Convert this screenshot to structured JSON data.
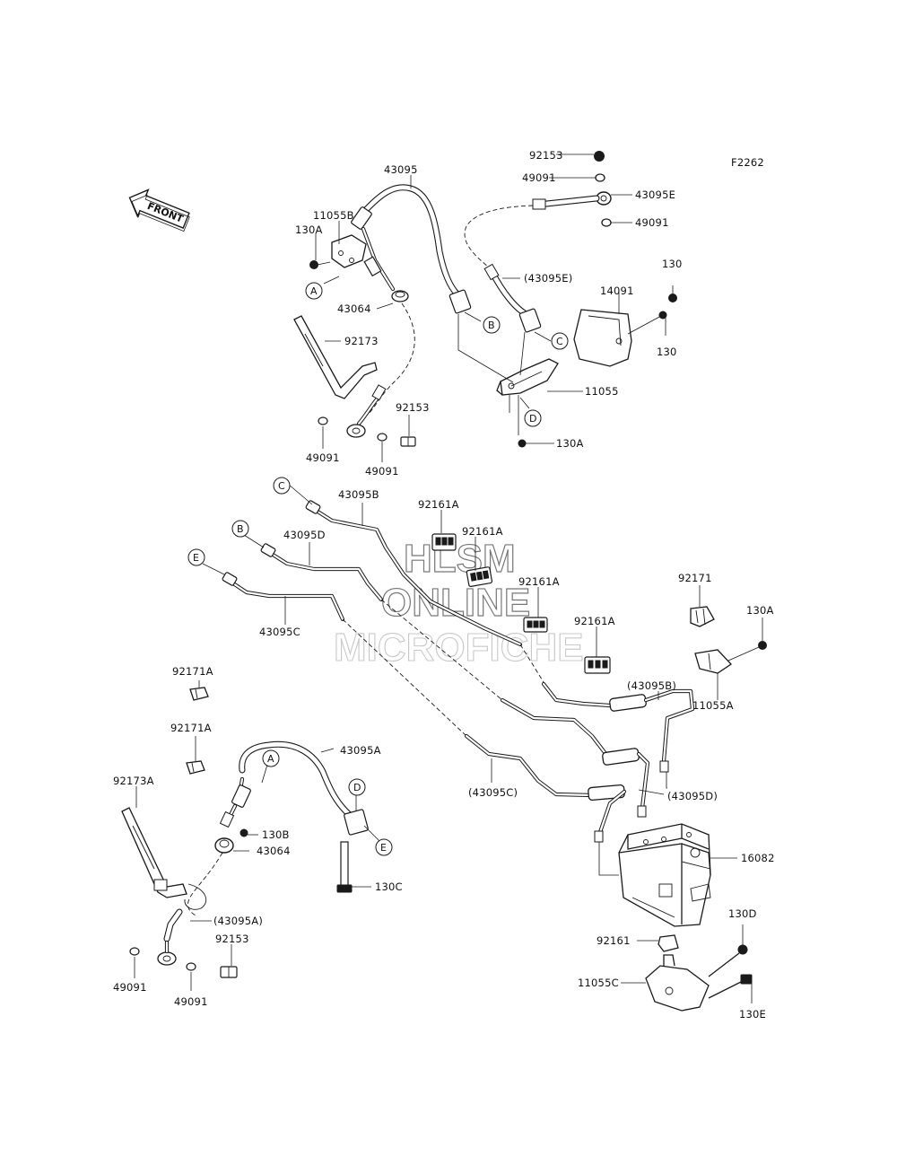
{
  "diagram_id": "F2262",
  "front_label": "FRONT",
  "watermark": {
    "line1": "HLSM",
    "line2": "ONLINE",
    "line3": "MICROFICHE"
  },
  "callouts": {
    "p92153_top": "92153",
    "p49091_top": "49091",
    "p43095E": "43095E",
    "p49091_top2": "49091",
    "p43095": "43095",
    "p11055B": "11055B",
    "p130A_1": "130A",
    "p43064_top": "43064",
    "p92173": "92173",
    "p43095E_paren": "(43095E)",
    "p14091": "14091",
    "p130_a": "130",
    "p130_b": "130",
    "p11055": "11055",
    "p130A_2": "130A",
    "p92153_mid": "92153",
    "p49091_left": "49091",
    "p49091_mid": "49091",
    "p43095B": "43095B",
    "p92161A_1": "92161A",
    "p92161A_2": "92161A",
    "p43095D": "43095D",
    "p92161A_3": "92161A",
    "p92161A_4": "92161A",
    "p43095C": "43095C",
    "p92171": "92171",
    "p130A_3": "130A",
    "p11055A": "11055A",
    "p43095B_paren": "(43095B)",
    "p92171A_1": "92171A",
    "p92171A_2": "92171A",
    "p43095A": "43095A",
    "p92173A": "92173A",
    "p130B": "130B",
    "p43064_bot": "43064",
    "p43095C_paren": "(43095C)",
    "p43095D_paren": "(43095D)",
    "p16082": "16082",
    "p130C": "130C",
    "p43095A_paren": "(43095A)",
    "p92153_bot": "92153",
    "p92161": "92161",
    "p130D": "130D",
    "p11055C": "11055C",
    "p130E": "130E",
    "p49091_bot1": "49091",
    "p49091_bot2": "49091"
  },
  "reference_marks": {
    "A_top": "A",
    "B_top": "B",
    "C_top": "C",
    "D_top": "D",
    "C_left": "C",
    "B_left": "B",
    "E_left": "E",
    "A_bot": "A",
    "D_bot": "D",
    "E_bot": "E"
  }
}
